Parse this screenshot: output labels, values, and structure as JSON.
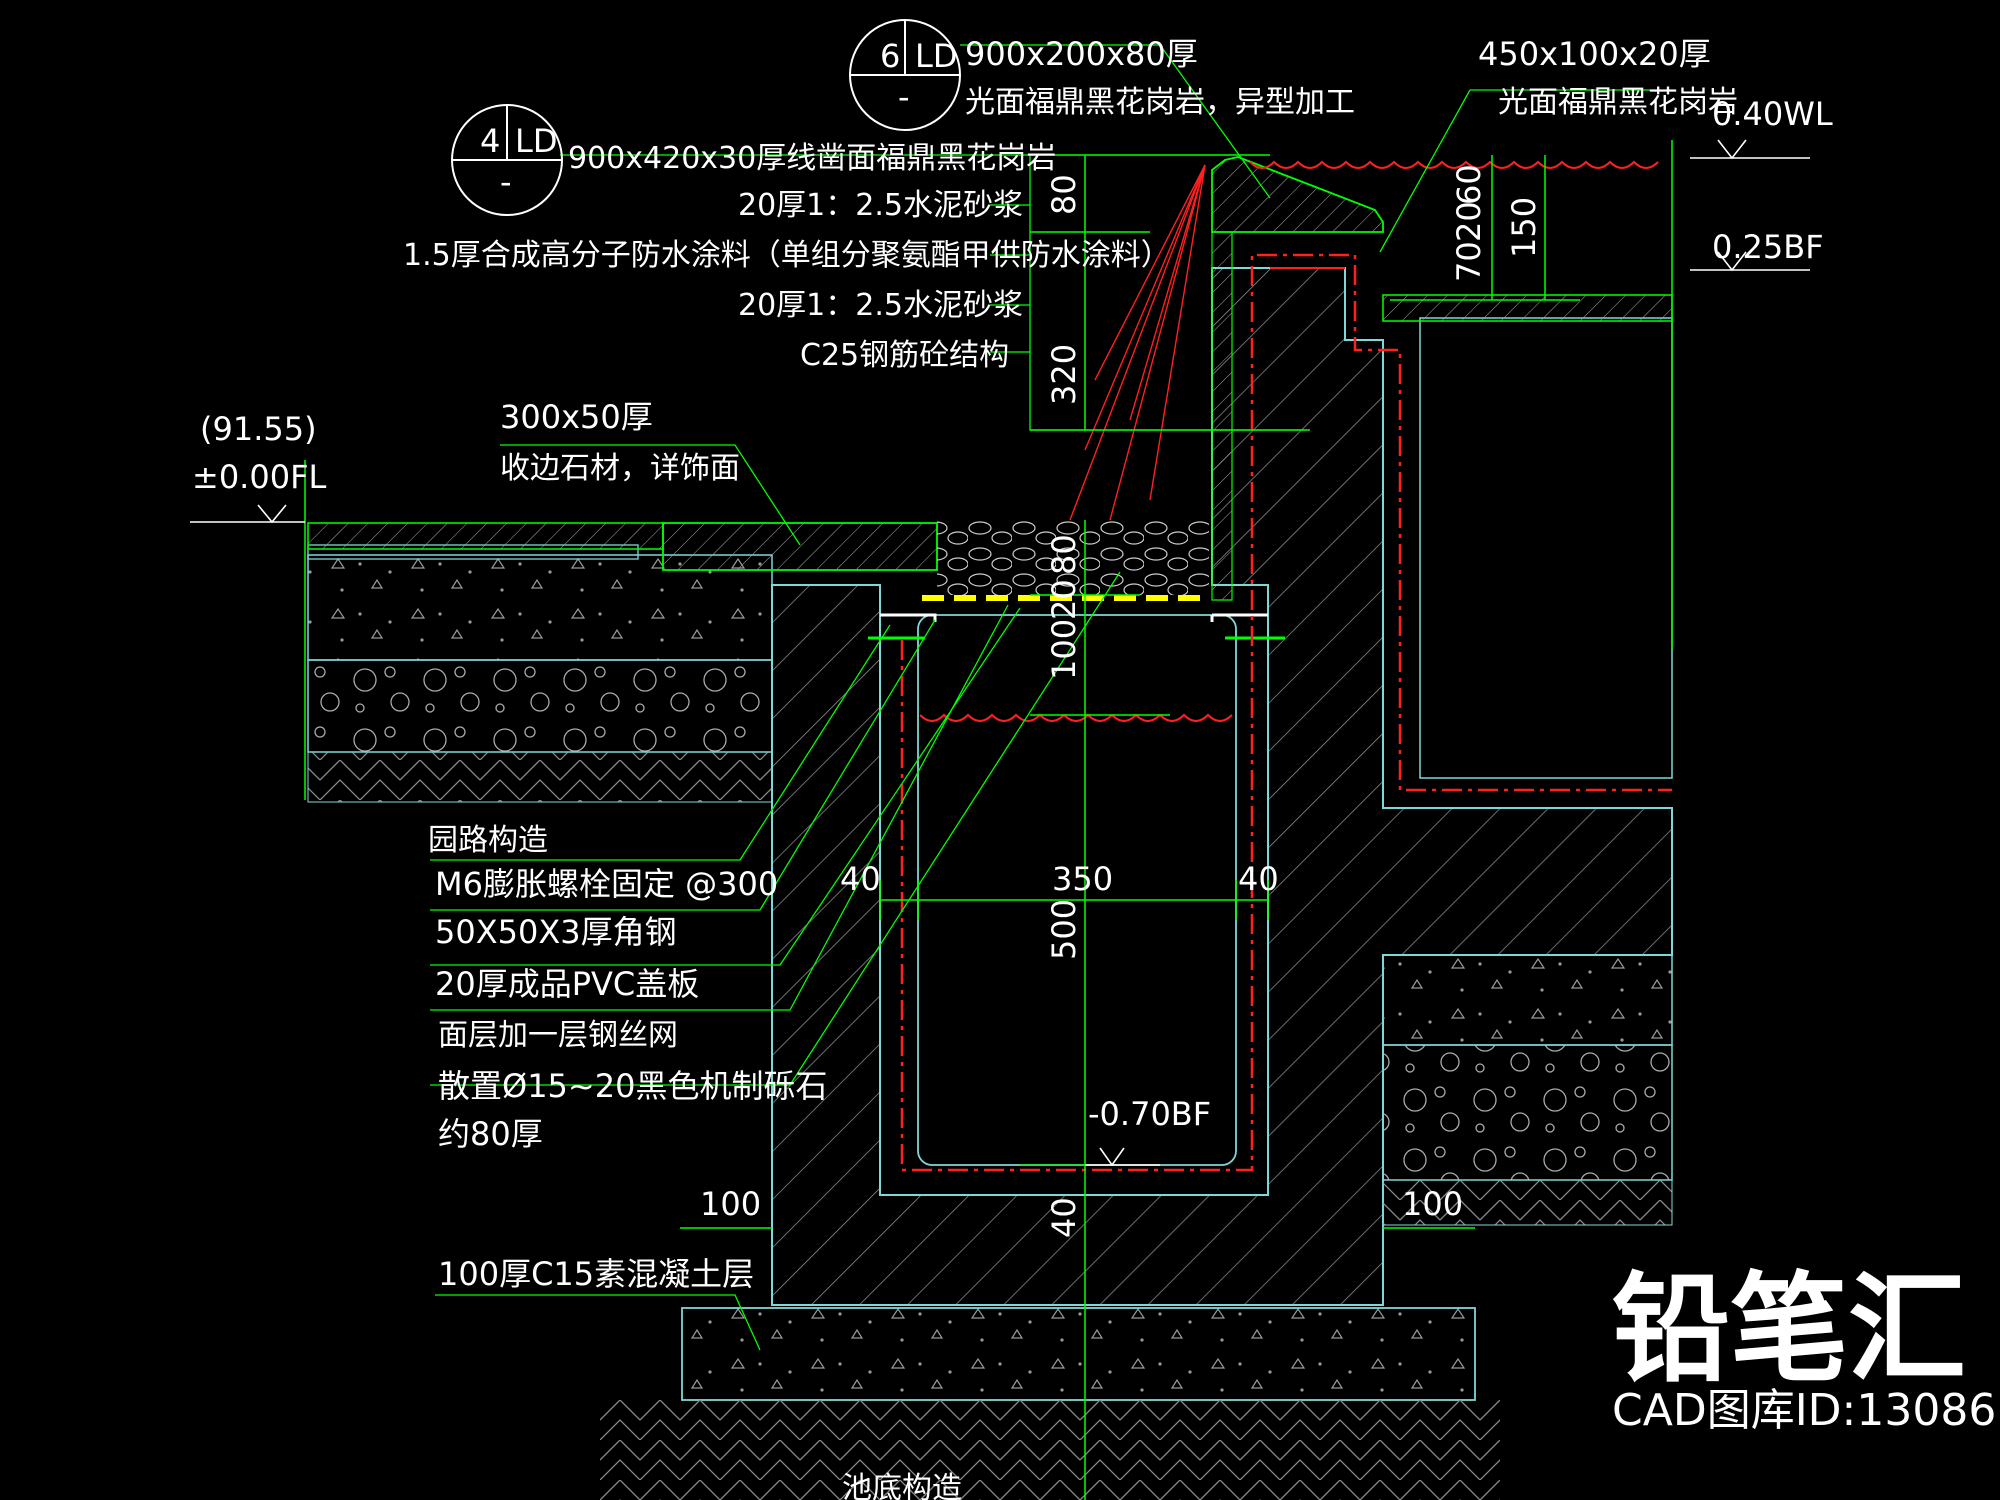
{
  "callouts": {
    "detail_6": {
      "num": "6",
      "sheet": "LD",
      "sub": "-",
      "size": "900x200x80厚",
      "desc": "光面福鼎黑花岗岩，异型加工"
    },
    "detail_4": {
      "num": "4",
      "sheet": "LD",
      "sub": "-"
    },
    "top_right_size": "450x100x20厚",
    "top_right_desc": "光面福鼎黑花岗岩"
  },
  "layers": [
    "900x420x30厚线凿面福鼎黑花岗岩",
    "20厚1：2.5水泥砂浆",
    "1.5厚合成高分子防水涂料（单组分聚氨酯甲供防水涂料）",
    "20厚1：2.5水泥砂浆",
    "C25钢筋砼结构"
  ],
  "levels": {
    "wl": "0.40WL",
    "bf": "0.25BF",
    "fl_top": "(91.55)",
    "fl": "±0.00FL",
    "bottom_bf": "-0.70BF"
  },
  "edge_stone": {
    "size": "300x50厚",
    "desc": "收边石材，详饰面"
  },
  "left_notes": [
    "园路构造",
    "M6膨胀螺栓固定 @300",
    "50X50X3厚角钢",
    "20厚成品PVC盖板",
    "面层加一层钢丝网",
    "散置Ø15~20黑色机制砾石",
    "约80厚"
  ],
  "concrete_note": "100厚C15素混凝土层",
  "pool_note": "池底构造",
  "dims": {
    "d80": "80",
    "d320": "320",
    "d70": "70",
    "d20": "20",
    "d60": "60",
    "d150": "150",
    "d80b": "80",
    "d20b": "20",
    "d100": "100",
    "w40a": "40",
    "w350": "350",
    "w40b": "40",
    "h500": "500",
    "h40": "40",
    "l100": "100",
    "r100": "100"
  },
  "watermark": {
    "brand": "铅笔汇",
    "id": "CAD图库ID:13086"
  },
  "colors": {
    "line_green": "#00ff00",
    "line_cyan": "#7fd8d8",
    "red": "#ff2020",
    "yellow": "#ffff00",
    "text": "#ffffff"
  }
}
